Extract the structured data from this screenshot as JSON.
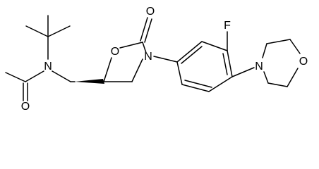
{
  "molecule": {
    "atoms": {
      "o_acetyl": "O",
      "n_amide": "N",
      "o_ring": "O",
      "o_carbonyl": "O",
      "n_ring": "N",
      "f": "F",
      "n_morph": "N",
      "o_morph": "O"
    }
  },
  "colors": {
    "bond": "#000000",
    "text": "#000000",
    "background": "#ffffff"
  }
}
